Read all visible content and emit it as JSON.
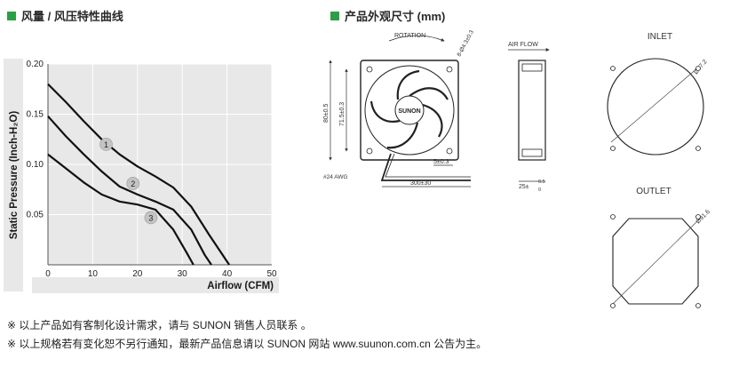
{
  "headings": {
    "curve": "风量 / 风压特性曲线",
    "dimensions": "产品外观尺寸 (mm)"
  },
  "colors": {
    "accent": "#2e9e46",
    "chart_bg": "#e8e8e8",
    "curve": "#111111"
  },
  "chart_data": {
    "type": "line",
    "xlabel": "Airflow (CFM)",
    "ylabel": "Static Pressure (Inch-H₂O)",
    "xlim": [
      0,
      50
    ],
    "ylim": [
      0,
      0.2
    ],
    "x_ticks": [
      "0",
      "10",
      "20",
      "30",
      "40",
      "50"
    ],
    "y_ticks": [
      "0.05",
      "0.10",
      "0.15",
      "0.20"
    ],
    "grid": true,
    "series": [
      {
        "name": "1",
        "x": [
          0,
          4,
          8,
          12,
          16,
          20,
          24,
          28,
          32,
          36,
          40.5
        ],
        "y": [
          0.18,
          0.162,
          0.143,
          0.125,
          0.11,
          0.098,
          0.088,
          0.077,
          0.058,
          0.03,
          0.0
        ]
      },
      {
        "name": "2",
        "x": [
          0,
          4,
          8,
          12,
          16,
          20,
          24,
          28,
          32,
          35,
          36.5
        ],
        "y": [
          0.148,
          0.128,
          0.11,
          0.093,
          0.078,
          0.07,
          0.063,
          0.055,
          0.035,
          0.01,
          0.0
        ]
      },
      {
        "name": "3",
        "x": [
          0,
          4,
          8,
          12,
          16,
          20,
          24,
          28,
          31,
          32.5
        ],
        "y": [
          0.11,
          0.096,
          0.082,
          0.07,
          0.063,
          0.06,
          0.055,
          0.035,
          0.012,
          0.0
        ]
      }
    ],
    "series_label_points": [
      {
        "label": "1",
        "x": 13,
        "y": 0.12
      },
      {
        "label": "2",
        "x": 19,
        "y": 0.081
      },
      {
        "label": "3",
        "x": 23,
        "y": 0.047
      }
    ]
  },
  "drawing": {
    "rotation": "ROTATION",
    "hole": "8-Ø4.3±0.3",
    "brand": "SUNON",
    "dim_height": "80±0.5",
    "dim_hole_spacing": "71.5±0.3",
    "wire_gauge": "#24 AWG",
    "dim_strip": "5±0.3",
    "dim_lead": "300±30",
    "airflow": "AIR FLOW",
    "dim_depth_base": "25±",
    "dim_depth_tol_up": "0.5",
    "dim_depth_tol_dn": "0",
    "inlet": "INLET",
    "inlet_dia": "Ø77.2",
    "outlet": "OUTLET",
    "outlet_dia": "Ø91.6"
  },
  "notes": [
    "※ 以上产品如有客制化设计需求，请与 SUNON 销售人员联系 。",
    "※ 以上规格若有变化恕不另行通知，最新产品信息请以 SUNON 网站 www.suunon.com.cn 公告为主。"
  ]
}
